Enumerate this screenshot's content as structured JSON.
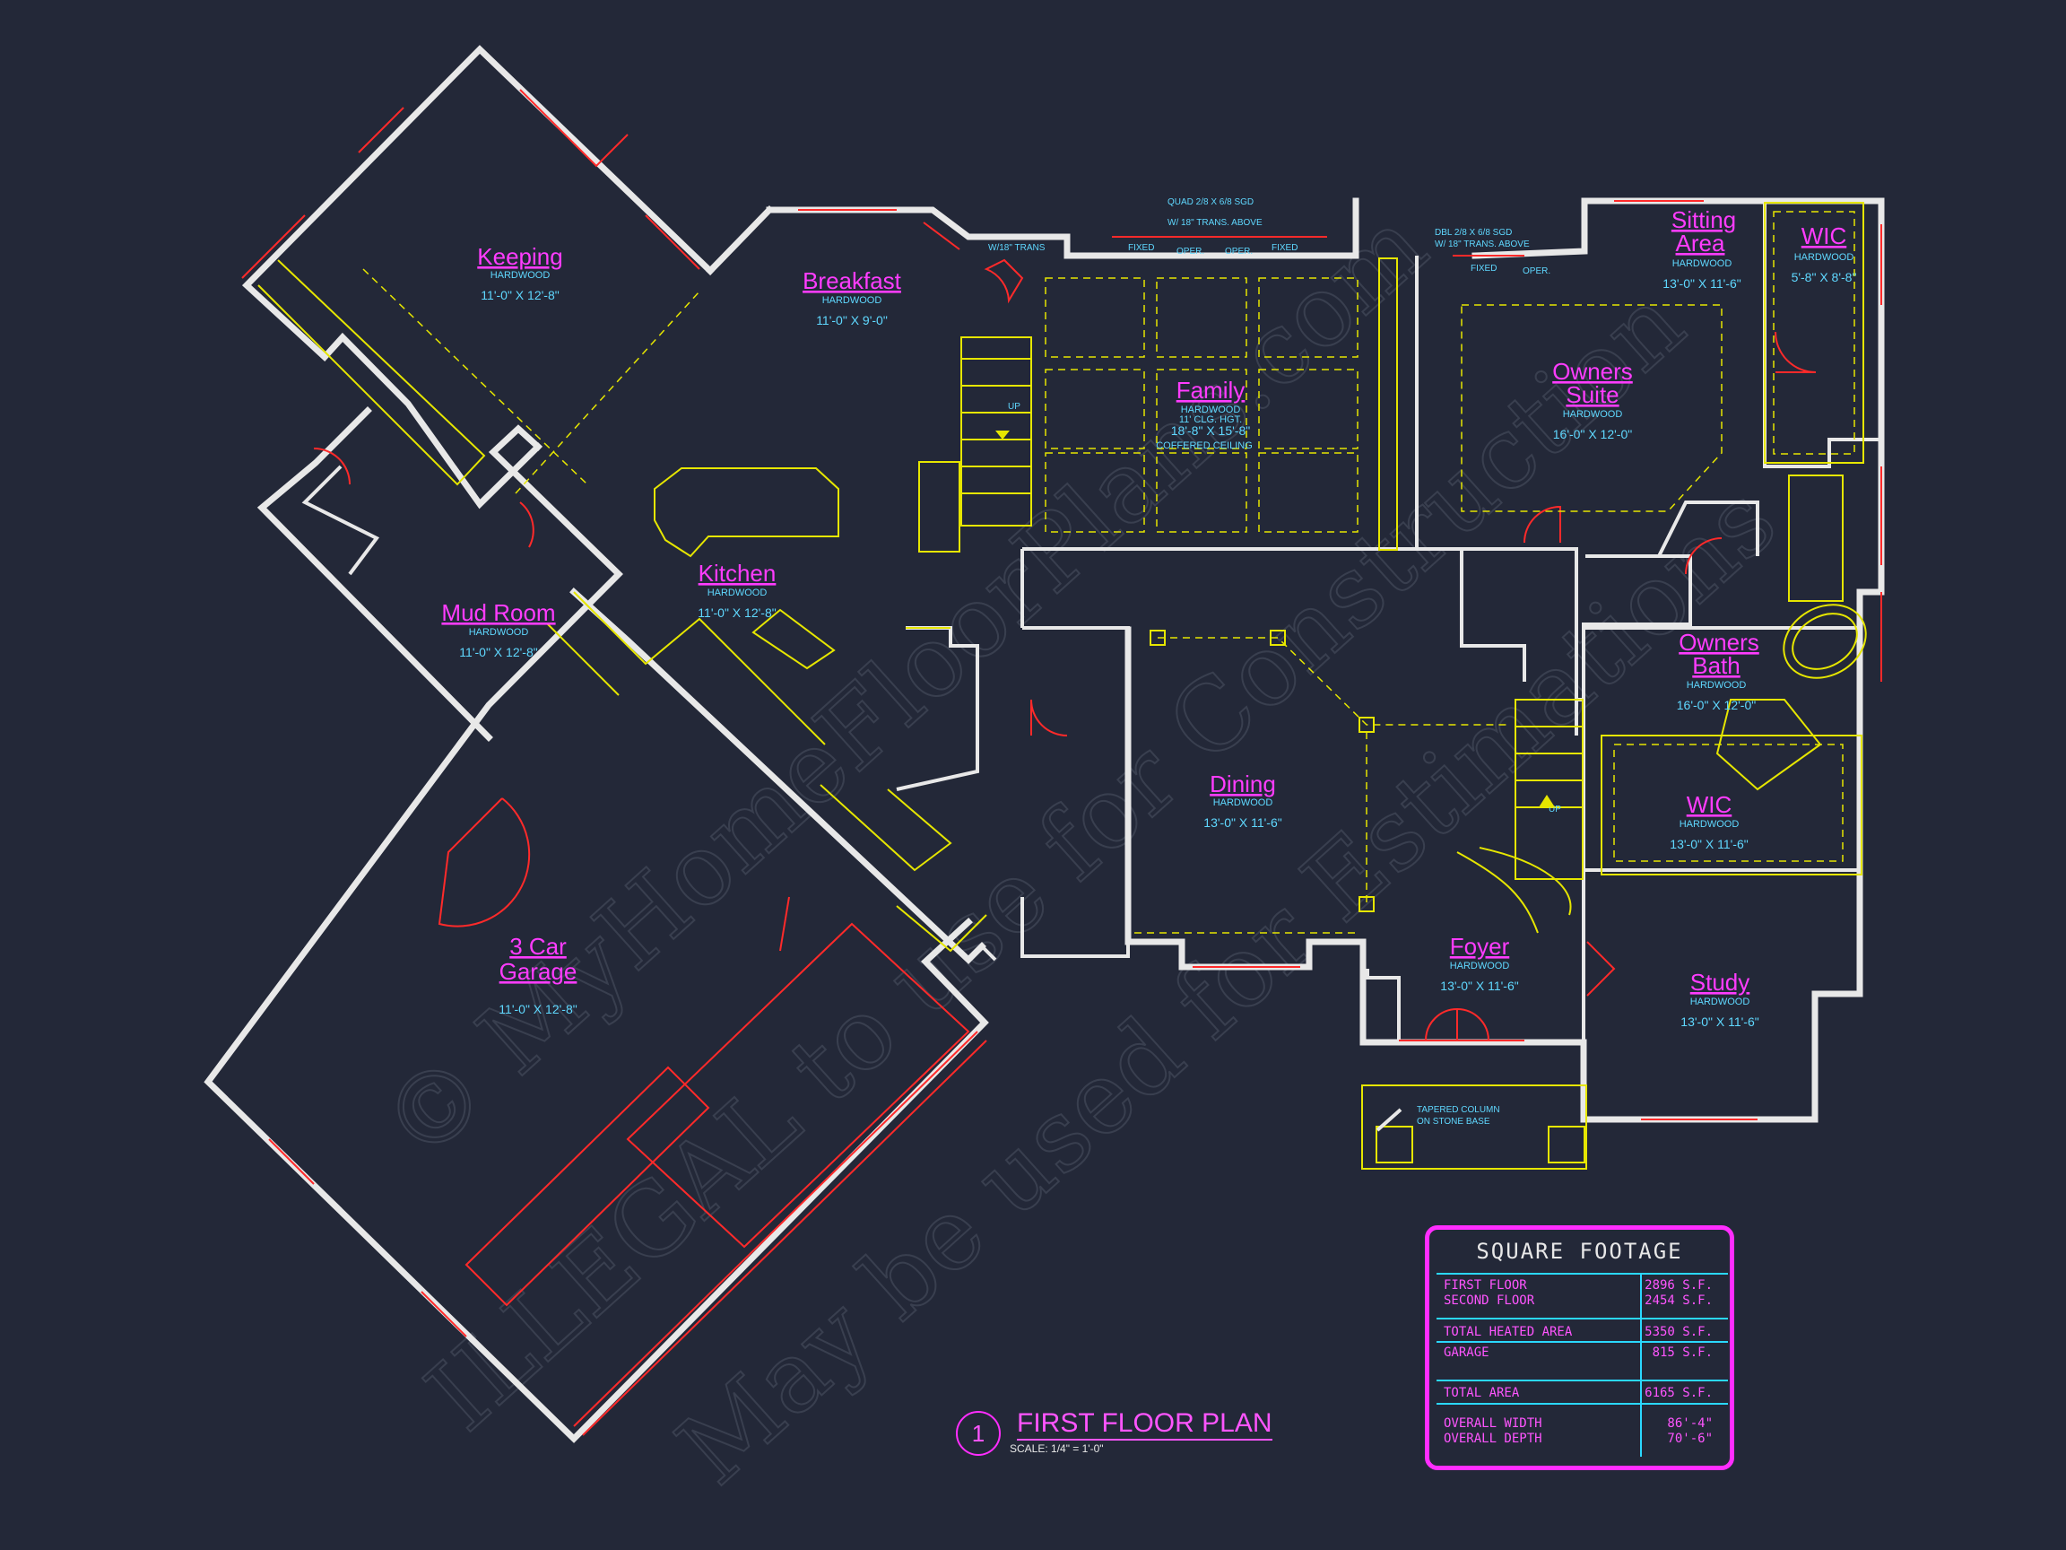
{
  "rooms": {
    "keeping": {
      "name": "Keeping",
      "floor": "HARDWOOD",
      "size": "11'-0\" X 12'-8\""
    },
    "breakfast": {
      "name": "Breakfast",
      "floor": "HARDWOOD",
      "size": "11'-0\" X 9'-0\""
    },
    "kitchen": {
      "name": "Kitchen",
      "floor": "HARDWOOD",
      "size": "11'-0\" X 12'-8\""
    },
    "mud_room": {
      "name": "Mud Room",
      "floor": "HARDWOOD",
      "size": "11'-0\" X 12'-8\""
    },
    "garage": {
      "name_line1": "3 Car",
      "name_line2": "Garage",
      "size": "11'-0\" X 12'-8\""
    },
    "family": {
      "name": "Family",
      "floor": "HARDWOOD",
      "ceiling": "11' CLG. HGT.",
      "size": "18'-8\" X 15'-8\"",
      "note": "COFFERED CEILING"
    },
    "dining": {
      "name": "Dining",
      "floor": "HARDWOOD",
      "size": "13'-0\" X 11'-6\""
    },
    "foyer": {
      "name": "Foyer",
      "floor": "HARDWOOD",
      "size": "13'-0\" X 11'-6\""
    },
    "study": {
      "name": "Study",
      "floor": "HARDWOOD",
      "size": "13'-0\" X 11'-6\""
    },
    "owners_suite": {
      "name_line1": "Owners",
      "name_line2": "Suite",
      "floor": "HARDWOOD",
      "size": "16'-0\" X 12'-0\""
    },
    "sitting_area": {
      "name_line1": "Sitting",
      "name_line2": "Area",
      "floor": "HARDWOOD",
      "size": "13'-0\" X 11'-6\""
    },
    "wic_top": {
      "name": "WIC",
      "floor": "HARDWOOD",
      "size": "5'-8\" X 8'-8\""
    },
    "owners_bath": {
      "name_line1": "Owners",
      "name_line2": "Bath",
      "floor": "HARDWOOD",
      "size": "16'-0\" X 12'-0\""
    },
    "wic_bottom": {
      "name": "WIC",
      "floor": "HARDWOOD",
      "size": "13'-0\" X 11'-6\""
    }
  },
  "notes": {
    "quad_door": "QUAD 2/8 X 6/8 SGD",
    "quad_trans": "W/ 18\" TRANS. ABOVE",
    "dbl_door": "DBL 2/8 X 6/8 SGD",
    "dbl_trans": "W/ 18\" TRANS. ABOVE",
    "trans_18": "W/18\" TRANS",
    "fixed": "FIXED",
    "oper": "OPER.",
    "column": "TAPERED COLUMN",
    "column2": "ON STONE BASE",
    "up": "UP"
  },
  "square_footage": {
    "title": "SQUARE FOOTAGE",
    "first_floor_label": "FIRST FLOOR",
    "first_floor_value": "2896 S.F.",
    "second_floor_label": "SECOND FLOOR",
    "second_floor_value": "2454 S.F.",
    "heated_label": "TOTAL HEATED AREA",
    "heated_value": "5350 S.F.",
    "garage_label": "GARAGE",
    "garage_value": "815 S.F.",
    "total_label": "TOTAL AREA",
    "total_value": "6165 S.F.",
    "width_label": "OVERALL WIDTH",
    "width_value": "86'-4\"",
    "depth_label": "OVERALL DEPTH",
    "depth_value": "70'-6\""
  },
  "caption": {
    "number": "1",
    "title": "FIRST FLOOR PLAN",
    "scale": "SCALE: 1/4\" = 1'-0\""
  },
  "watermark": {
    "line1": "© MyHomeFloorPlans.com",
    "line2": "ILLEGAL to use for Construction",
    "line3": "May be used for Estimations"
  }
}
